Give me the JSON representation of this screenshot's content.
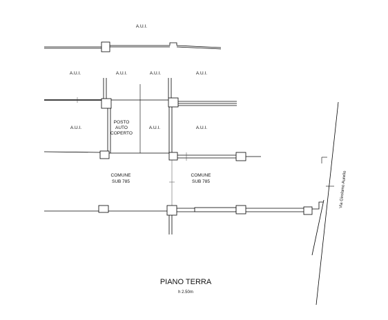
{
  "labels": {
    "aui_top": "A.U.I.",
    "aui_r1_a": "A.U.I.",
    "aui_r1_b": "A.U.I.",
    "aui_r1_c": "A.U.I.",
    "aui_r1_d": "A.U.I.",
    "aui_r2_a": "A.U.I.",
    "aui_r2_c": "A.U.I.",
    "aui_r2_d": "A.U.I.",
    "posto_1": "POSTO",
    "posto_2": "AUTO",
    "posto_3": "COPERTO",
    "comune_a_1": "COMUNE",
    "comune_a_2": "SUB 785",
    "comune_b_1": "COMUNE",
    "comune_b_2": "SUB 785",
    "street": "Via Girolamo Aurelio"
  },
  "title": {
    "main": "PIANO TERRA",
    "height": "h 2.50m"
  }
}
